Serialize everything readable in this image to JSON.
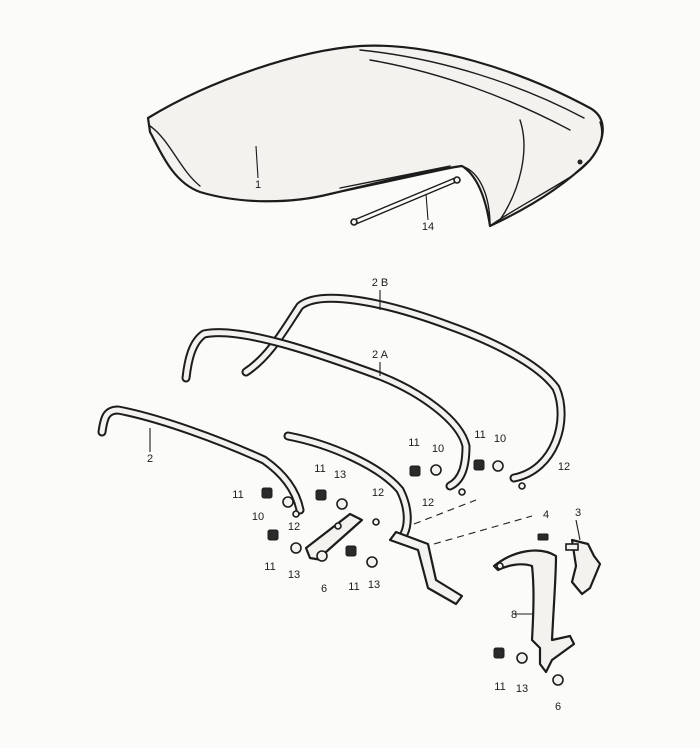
{
  "callouts": {
    "hardtop": "1",
    "cable": "14",
    "bow_2b": "2 B",
    "bow_2a": "2 A",
    "bow_2": "2",
    "screw_1": "11",
    "washer_1": "10",
    "screw_2": "11",
    "washer_2": "10",
    "washer_3": "12",
    "screw_3": "11",
    "nut_1": "13",
    "screw_4": "11",
    "washer_4": "10",
    "washer_5": "12",
    "washer_6": "12",
    "washer_7": "12",
    "screw_5": "11",
    "nut_2": "13",
    "nut_3": "6",
    "screw_6": "11",
    "nut_4": "13",
    "bolt": "4",
    "latch": "3",
    "bracket": "8",
    "screw_7": "11",
    "nut_5": "13",
    "nut_6": "6"
  }
}
